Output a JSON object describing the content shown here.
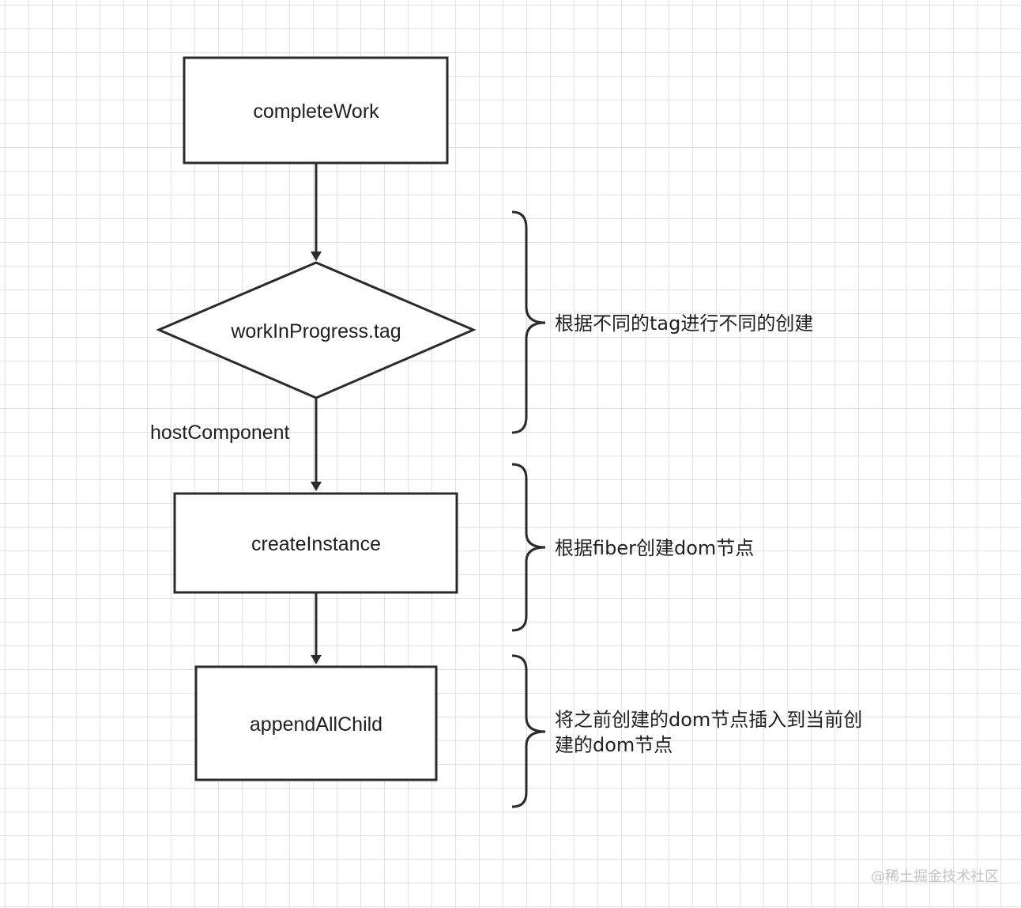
{
  "nodes": {
    "complete_work": "completeWork",
    "work_in_progress_tag": "workInProgress.tag",
    "create_instance": "createInstance",
    "append_all_child": "appendAllChild"
  },
  "edges": {
    "host_component": "hostComponent"
  },
  "annotations": {
    "tag_creation": "根据不同的tag进行不同的创建",
    "create_dom": "根据fiber创建dom节点",
    "insert_dom": "将之前创建的dom节点插入到当前创\n建的dom节点"
  },
  "watermark": "@稀土掘金技术社区",
  "colors": {
    "stroke": "#2b2b2b",
    "grid": "#e3e3e3",
    "text": "#1f1f1f"
  }
}
